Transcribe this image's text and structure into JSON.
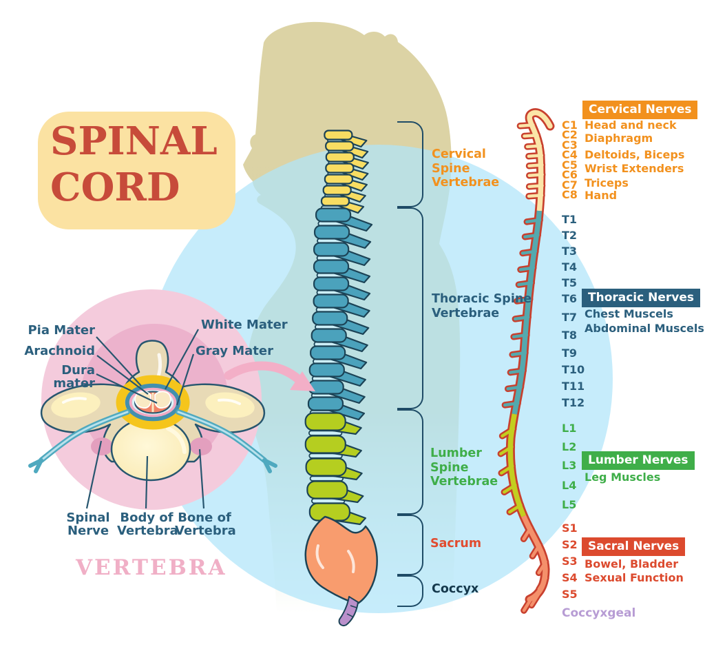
{
  "title": {
    "line1": "SPINAL",
    "line2": "CORD"
  },
  "inset": {
    "caption": "VERTEBRA",
    "labels": {
      "pia_mater": "Pia Mater",
      "arachnoid": "Arachnoid",
      "dura_mater": "Dura mater",
      "white_mater": "White Mater",
      "gray_mater": "Gray Mater",
      "spinal_nerve": "Spinal Nerve",
      "body_of_vertebra": "Body of Vertebra",
      "bone_of_vertebra": "Bone of Vertebra"
    }
  },
  "spine_labels": [
    {
      "text": "Cervical Spine Vertebrae",
      "color": "#F2911E"
    },
    {
      "text": "Thoracic Spine Vertebrae",
      "color": "#2B5F7D"
    },
    {
      "text": "Lumber Spine Vertebrae",
      "color": "#3FAE49"
    },
    {
      "text": "Sacrum",
      "color": "#E14B2F"
    },
    {
      "text": "Coccyx",
      "color": "#14384C"
    }
  ],
  "nerve_chart": {
    "groups": [
      {
        "name": "Cervical Nerves",
        "color": "#F2911E",
        "levels": [
          "C1",
          "C2",
          "C3",
          "C4",
          "C5",
          "C6",
          "C7",
          "C8"
        ],
        "functions": [
          "Head and neck",
          "Diaphragm",
          "Deltoids, Biceps",
          "Wrist Extenders",
          "Triceps",
          "Hand"
        ]
      },
      {
        "name": "Thoracic Nerves",
        "color": "#2B5F7D",
        "levels": [
          "T1",
          "T2",
          "T3",
          "T4",
          "T5",
          "T6",
          "T7",
          "T8",
          "T9",
          "T10",
          "T11",
          "T12"
        ],
        "functions": [
          "Chest Muscels",
          "Abdominal Muscels"
        ]
      },
      {
        "name": "Lumber Nerves",
        "color": "#3FAE49",
        "levels": [
          "L1",
          "L2",
          "L3",
          "L4",
          "L5"
        ],
        "functions": [
          "Leg Muscles"
        ]
      },
      {
        "name": "Sacral Nerves",
        "color": "#DC4A2E",
        "levels": [
          "S1",
          "S2",
          "S3",
          "S4",
          "S5"
        ],
        "functions": [
          "Bowel, Bladder",
          "Sexual Function"
        ]
      }
    ],
    "tail_label": {
      "text": "Coccyxgeal",
      "color": "#B79CD4"
    }
  },
  "palette": {
    "background": "#FFFFFF",
    "circle_blue": "#C9ECF8",
    "body_tan": "#DCD3A5",
    "title_red": "#C74B3A",
    "title_bg": "#FBE2A2",
    "outline_navy": "#1C4356",
    "cord_outline_red": "#C8402E",
    "cord_cervical": "#FBE5A8",
    "cord_thoracic": "#54A9AE",
    "cord_lumbar": "#C3CE1F",
    "cord_sacral": "#F4906B",
    "vertebra_cervical": "#F8DD62",
    "vertebra_thoracic": "#4BA2BC",
    "vertebra_lumbar": "#B5CE20",
    "sacrum_orange": "#F89C6E",
    "coccyx_purple": "#BA90CB",
    "disc_blue": "#CDEFF8",
    "inset_pink_outer": "#F4CBDC",
    "inset_pink_inner": "#ECB2CC",
    "caption_pink": "#F0AFC6",
    "coccygeal_purple": "#B79CD4"
  }
}
